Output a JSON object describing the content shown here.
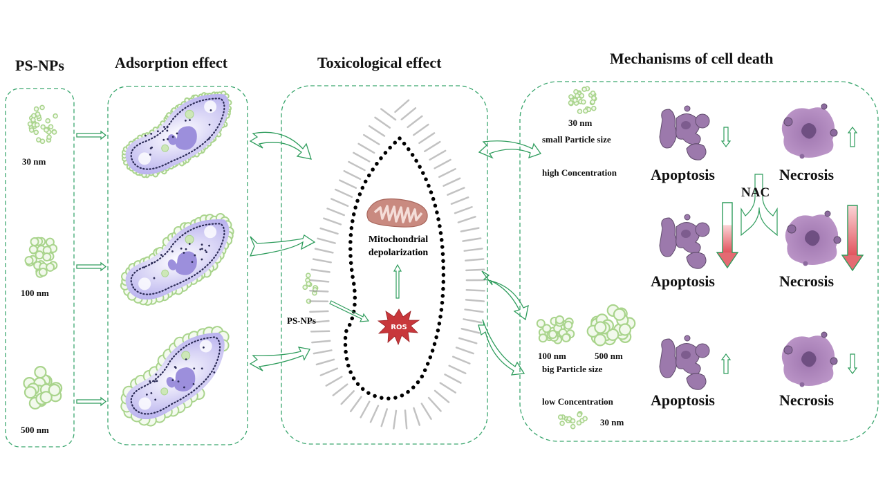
{
  "panels": {
    "ps_nps": {
      "title": "PS-NPs",
      "items": [
        {
          "size": "30 nm"
        },
        {
          "size": "100 nm"
        },
        {
          "size": "500 nm"
        }
      ]
    },
    "adsorption": {
      "title": "Adsorption effect"
    },
    "toxicological": {
      "title": "Toxicological effect",
      "mito_label_line1": "Mitochondrial",
      "mito_label_line2": "depolarization",
      "ros_label": "ROS",
      "particles_label": "PS-NPs"
    },
    "mechanisms": {
      "title": "Mechanisms of cell death",
      "top": {
        "size": "30 nm",
        "particle": "small Particle size",
        "concentration": "high Concentration",
        "apoptosis": "Apoptosis",
        "apoptosis_trend": "down",
        "necrosis": "Necrosis",
        "necrosis_trend": "up"
      },
      "middle": {
        "treatment": "NAC",
        "apoptosis": "Apoptosis",
        "apoptosis_level": 0.55,
        "necrosis": "Necrosis",
        "necrosis_level": 1.0
      },
      "bottom": {
        "size_a": "100 nm",
        "size_b": "500 nm",
        "particle": "big Particle size",
        "concentration": "low Concentration",
        "size_c": "30 nm",
        "apoptosis": "Apoptosis",
        "apoptosis_trend": "up",
        "necrosis": "Necrosis",
        "necrosis_trend": "down"
      }
    }
  },
  "colors": {
    "border_green": "#3aa66e",
    "arrow_green": "#2e9c5c",
    "particle_green": "#a9d48c",
    "cell_purple": "#9c8fdc",
    "cell_light": "#dcd8f6",
    "death_cell": "#9c79ac",
    "ros_red": "#c8373b",
    "mito": "#c98a80",
    "bar_red": "#e46a72"
  }
}
